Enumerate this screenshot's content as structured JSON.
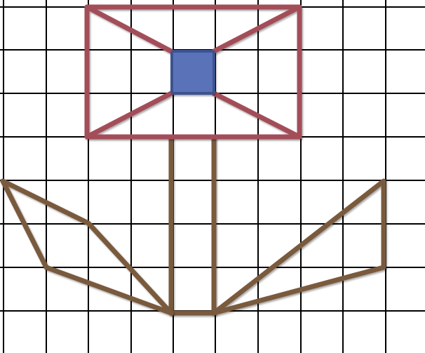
{
  "colors": {
    "background": "#ffffff",
    "grid_line": "#000000",
    "flower_head_outline": "#a34e58",
    "flower_center_fill": "#5a72b8",
    "flower_center_border": "#3d5290",
    "stem_and_leaves": "#7a5a3c"
  },
  "grid": {
    "columns": 10,
    "rows": 8
  },
  "shapes": [
    {
      "name": "flower-head-rectangle",
      "kind": "rectangle"
    },
    {
      "name": "flower-center-square",
      "kind": "square"
    },
    {
      "name": "flower-stem",
      "kind": "stem"
    },
    {
      "name": "left-leaf",
      "kind": "leaf"
    },
    {
      "name": "right-leaf",
      "kind": "leaf"
    }
  ]
}
